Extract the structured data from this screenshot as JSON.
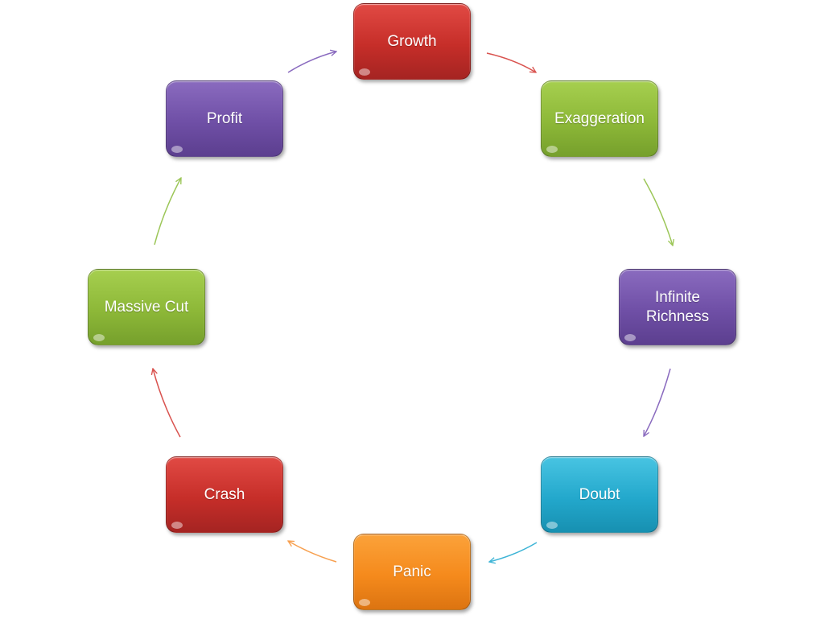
{
  "diagram": {
    "nodes": [
      {
        "id": "growth",
        "label": "Growth",
        "color": "#c62e29"
      },
      {
        "id": "exaggeration",
        "label": "Exaggeration",
        "color": "#8db838"
      },
      {
        "id": "infinite-richness",
        "label": "Infinite\nRichness",
        "color": "#6f4fa6"
      },
      {
        "id": "doubt",
        "label": "Doubt",
        "color": "#23a8cc"
      },
      {
        "id": "panic",
        "label": "Panic",
        "color": "#f58a1c"
      },
      {
        "id": "crash",
        "label": "Crash",
        "color": "#c62e29"
      },
      {
        "id": "massive-cut",
        "label": "Massive Cut",
        "color": "#8db838"
      },
      {
        "id": "profit",
        "label": "Profit",
        "color": "#6f4fa6"
      }
    ],
    "edges": [
      {
        "from": "growth",
        "to": "exaggeration",
        "color": "#d9534f"
      },
      {
        "from": "exaggeration",
        "to": "infinite-richness",
        "color": "#9cc658"
      },
      {
        "from": "infinite-richness",
        "to": "doubt",
        "color": "#8a6bbf"
      },
      {
        "from": "doubt",
        "to": "panic",
        "color": "#3db4d6"
      },
      {
        "from": "panic",
        "to": "crash",
        "color": "#f7a050"
      },
      {
        "from": "crash",
        "to": "massive-cut",
        "color": "#d9534f"
      },
      {
        "from": "massive-cut",
        "to": "profit",
        "color": "#9cc658"
      },
      {
        "from": "profit",
        "to": "growth",
        "color": "#8a6bbf"
      }
    ]
  }
}
